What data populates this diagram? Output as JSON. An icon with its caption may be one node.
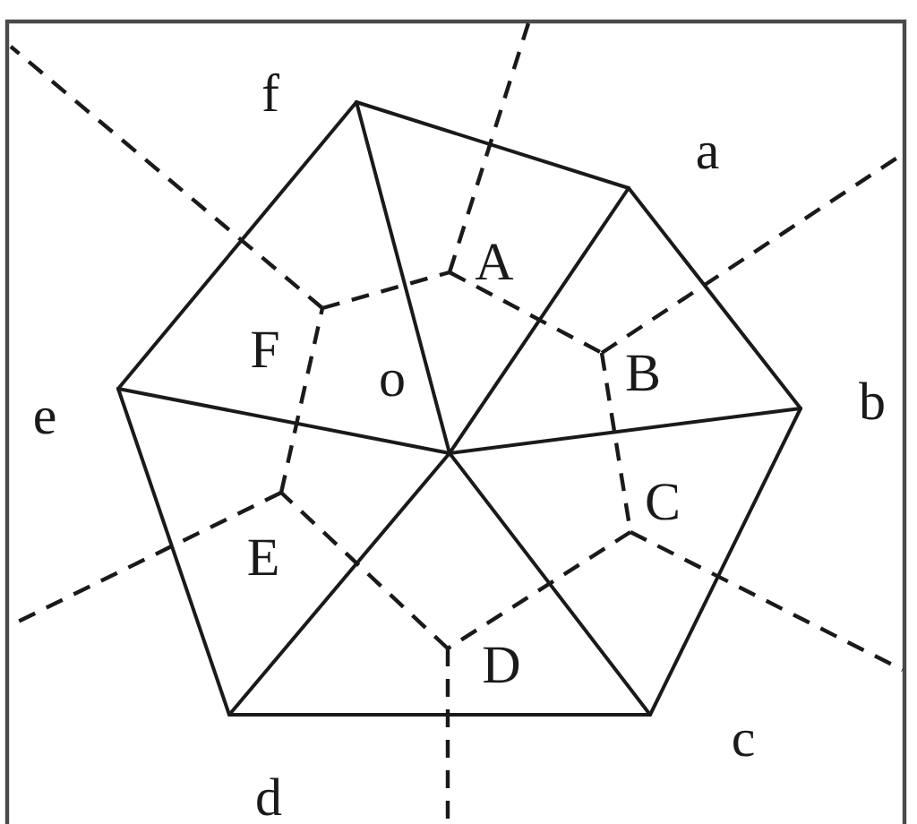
{
  "diagram": {
    "labels": [
      "f",
      "a",
      "A",
      "e",
      "F",
      "o",
      "B",
      "b",
      "C",
      "E",
      "D",
      "c",
      "d"
    ]
  }
}
